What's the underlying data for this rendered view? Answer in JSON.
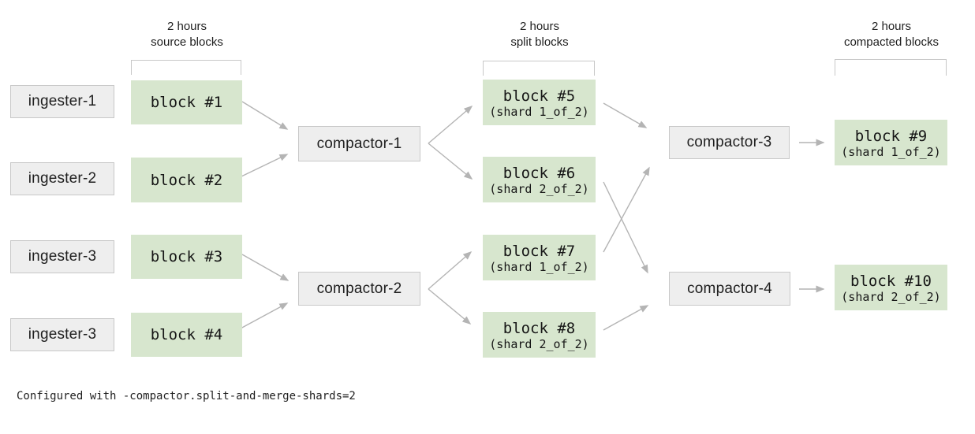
{
  "headers": {
    "source": {
      "line1": "2 hours",
      "line2": "source blocks"
    },
    "split": {
      "line1": "2 hours",
      "line2": "split blocks"
    },
    "compacted": {
      "line1": "2 hours",
      "line2": "compacted blocks"
    }
  },
  "ingesters": [
    {
      "label": "ingester-1"
    },
    {
      "label": "ingester-2"
    },
    {
      "label": "ingester-3"
    },
    {
      "label": "ingester-3"
    }
  ],
  "source_blocks": [
    {
      "label": "block #1"
    },
    {
      "label": "block #2"
    },
    {
      "label": "block #3"
    },
    {
      "label": "block #4"
    }
  ],
  "split_compactors": [
    {
      "label": "compactor-1"
    },
    {
      "label": "compactor-2"
    }
  ],
  "split_blocks": [
    {
      "label": "block #5",
      "shard": "(shard 1_of_2)"
    },
    {
      "label": "block #6",
      "shard": "(shard 2_of_2)"
    },
    {
      "label": "block #7",
      "shard": "(shard 1_of_2)"
    },
    {
      "label": "block #8",
      "shard": "(shard 2_of_2)"
    }
  ],
  "merge_compactors": [
    {
      "label": "compactor-3"
    },
    {
      "label": "compactor-4"
    }
  ],
  "compacted_blocks": [
    {
      "label": "block #9",
      "shard": "(shard 1_of_2)"
    },
    {
      "label": "block #10",
      "shard": "(shard 2_of_2)"
    }
  ],
  "edges": [
    {
      "from": "block #1",
      "to": "compactor-1"
    },
    {
      "from": "block #2",
      "to": "compactor-1"
    },
    {
      "from": "block #3",
      "to": "compactor-2"
    },
    {
      "from": "block #4",
      "to": "compactor-2"
    },
    {
      "from": "compactor-1",
      "to": "block #5"
    },
    {
      "from": "compactor-1",
      "to": "block #6"
    },
    {
      "from": "compactor-2",
      "to": "block #7"
    },
    {
      "from": "compactor-2",
      "to": "block #8"
    },
    {
      "from": "block #5",
      "to": "compactor-3"
    },
    {
      "from": "block #7",
      "to": "compactor-3"
    },
    {
      "from": "block #6",
      "to": "compactor-4"
    },
    {
      "from": "block #8",
      "to": "compactor-4"
    },
    {
      "from": "compactor-3",
      "to": "block #9"
    },
    {
      "from": "compactor-4",
      "to": "block #10"
    }
  ],
  "caption": "Configured with -compactor.split-and-merge-shards=2",
  "colors": {
    "background": "#ffffff",
    "block_fill": "#d7e6ce",
    "node_fill": "#eeeeee",
    "node_border": "#c8c8c8",
    "arrow": "#b4b4b4",
    "bracket": "#c8c8c8",
    "text": "#1f1f1f"
  }
}
